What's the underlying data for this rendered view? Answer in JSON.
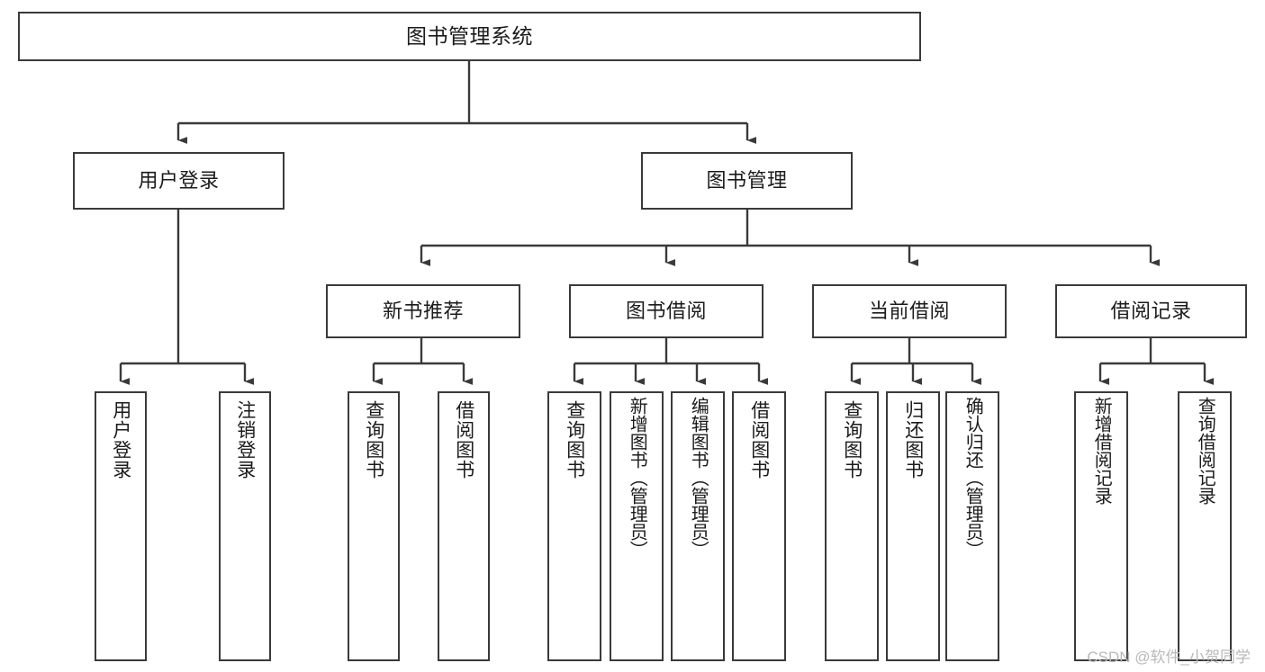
{
  "diagram": {
    "type": "tree",
    "title": "图书管理系统",
    "orientation": "top-down",
    "stroke_color": "#3a3a3a",
    "fill_color": "#ffffff",
    "text_color": "#1b1b1b",
    "watermark": "CSDN @软件_小贺同学",
    "nodes": {
      "root": {
        "label": "图书管理系统",
        "level": 0
      },
      "user_login": {
        "label": "用户登录",
        "level": 1
      },
      "book_manage": {
        "label": "图书管理",
        "level": 1
      },
      "new_book_rec": {
        "label": "新书推荐",
        "level": 2
      },
      "book_borrow": {
        "label": "图书借阅",
        "level": 2
      },
      "current_borrow": {
        "label": "当前借阅",
        "level": 2
      },
      "borrow_record": {
        "label": "借阅记录",
        "level": 2
      },
      "leaf_user_login": {
        "label": "用户登录",
        "level": 3
      },
      "leaf_logout": {
        "label": "注销登录",
        "level": 3
      },
      "leaf_query_book_1": {
        "label": "查询图书",
        "level": 3
      },
      "leaf_borrow_book_1": {
        "label": "借阅图书",
        "level": 3
      },
      "leaf_query_book_2": {
        "label": "查询图书",
        "level": 3
      },
      "leaf_add_book": {
        "label": "新增图书（管理员）",
        "level": 3
      },
      "leaf_edit_book": {
        "label": "编辑图书（管理员）",
        "level": 3
      },
      "leaf_borrow_book_2": {
        "label": "借阅图书",
        "level": 3
      },
      "leaf_query_book_3": {
        "label": "查询图书",
        "level": 3
      },
      "leaf_return_book": {
        "label": "归还图书",
        "level": 3
      },
      "leaf_confirm_return": {
        "label": "确认归还（管理员）",
        "level": 3
      },
      "leaf_add_record": {
        "label": "新增借阅记录",
        "level": 3
      },
      "leaf_query_record": {
        "label": "查询借阅记录",
        "level": 3
      }
    },
    "edges": [
      {
        "from": "root",
        "to": "user_login"
      },
      {
        "from": "root",
        "to": "book_manage"
      },
      {
        "from": "user_login",
        "to": "leaf_user_login"
      },
      {
        "from": "user_login",
        "to": "leaf_logout"
      },
      {
        "from": "book_manage",
        "to": "new_book_rec"
      },
      {
        "from": "book_manage",
        "to": "book_borrow"
      },
      {
        "from": "book_manage",
        "to": "current_borrow"
      },
      {
        "from": "book_manage",
        "to": "borrow_record"
      },
      {
        "from": "new_book_rec",
        "to": "leaf_query_book_1"
      },
      {
        "from": "new_book_rec",
        "to": "leaf_borrow_book_1"
      },
      {
        "from": "book_borrow",
        "to": "leaf_query_book_2"
      },
      {
        "from": "book_borrow",
        "to": "leaf_add_book"
      },
      {
        "from": "book_borrow",
        "to": "leaf_edit_book"
      },
      {
        "from": "book_borrow",
        "to": "leaf_borrow_book_2"
      },
      {
        "from": "current_borrow",
        "to": "leaf_query_book_3"
      },
      {
        "from": "current_borrow",
        "to": "leaf_return_book"
      },
      {
        "from": "current_borrow",
        "to": "leaf_confirm_return"
      },
      {
        "from": "borrow_record",
        "to": "leaf_add_record"
      },
      {
        "from": "borrow_record",
        "to": "leaf_query_record"
      }
    ]
  }
}
